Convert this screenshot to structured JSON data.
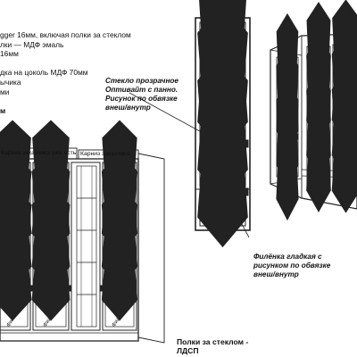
{
  "spec_lines": [
    "gger 16мм, включая полки за стеклом",
    "лки — МДФ эмаль",
    "16мм",
    "",
    "дка на цоколь МДФ 70мм",
    "ычика",
    "ми",
    "",
    "м"
  ],
  "callout_glass": [
    "Стекло прозрачное",
    "Оптивайт с панно.",
    "Рисунок по обвязке",
    "внеш/внутр"
  ],
  "callout_panel": [
    "Филёнка гладкая с",
    "рисунком по обвязке",
    "внеш/внутр"
  ],
  "cornice_existing": "Карниз заказчика уже есть",
  "cornice_customer": "Карниз заказчика",
  "panel_word": "Филёнка",
  "shelves_note": [
    "Полки за стеклом -",
    "ЛДСП"
  ]
}
